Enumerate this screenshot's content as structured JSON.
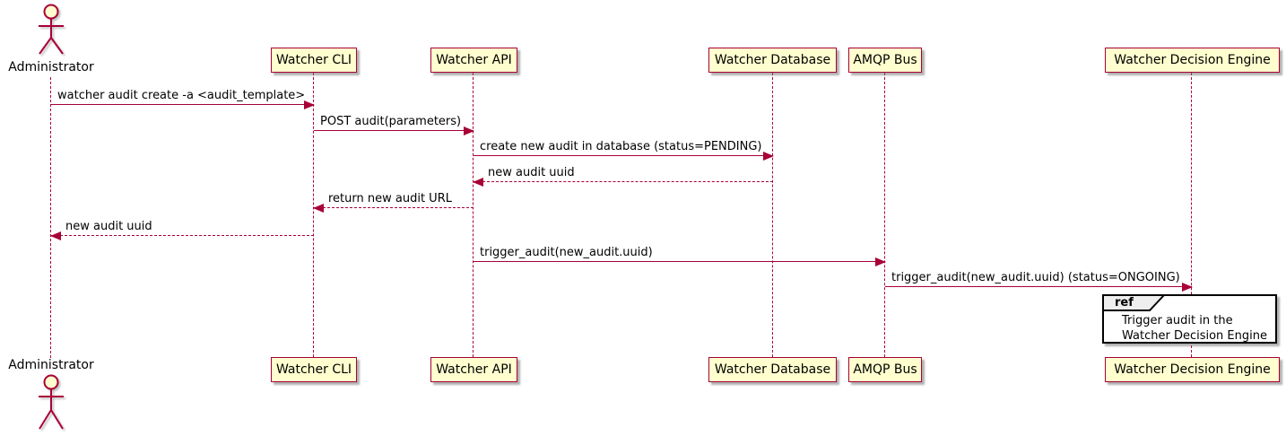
{
  "diagram_type": "uml-sequence-diagram",
  "colors": {
    "background": "#FFFFFF",
    "participant_fill": "#FEFECE",
    "participant_border": "#A80036",
    "lifeline": "#A80036",
    "arrow": "#A80036",
    "message_text": "#000000",
    "ref_border": "#000000",
    "ref_tab_fill": "#EEEEEE"
  },
  "actor": {
    "label": "Administrator",
    "icon": "stick-figure"
  },
  "participants": [
    {
      "label": "Watcher CLI"
    },
    {
      "label": "Watcher API"
    },
    {
      "label": "Watcher Database"
    },
    {
      "label": "AMQP Bus"
    },
    {
      "label": "Watcher Decision Engine"
    }
  ],
  "messages": [
    {
      "from": "Administrator",
      "to": "Watcher CLI",
      "label": "watcher audit create -a <audit_template>",
      "line": "solid"
    },
    {
      "from": "Watcher CLI",
      "to": "Watcher API",
      "label": "POST audit(parameters)",
      "line": "solid"
    },
    {
      "from": "Watcher API",
      "to": "Watcher Database",
      "label": "create new audit in database (status=PENDING)",
      "line": "solid"
    },
    {
      "from": "Watcher Database",
      "to": "Watcher API",
      "label": "new audit uuid",
      "line": "dashed"
    },
    {
      "from": "Watcher API",
      "to": "Watcher CLI",
      "label": "return new audit URL",
      "line": "dashed"
    },
    {
      "from": "Watcher CLI",
      "to": "Administrator",
      "label": "new audit uuid",
      "line": "dashed"
    },
    {
      "from": "Watcher API",
      "to": "AMQP Bus",
      "label": "trigger_audit(new_audit.uuid)",
      "line": "solid"
    },
    {
      "from": "AMQP Bus",
      "to": "Watcher Decision Engine",
      "label": "trigger_audit(new_audit.uuid) (status=ONGOING)",
      "line": "solid"
    }
  ],
  "ref": {
    "keyword": "ref",
    "lines": [
      "Trigger audit in the",
      "Watcher Decision Engine"
    ]
  }
}
